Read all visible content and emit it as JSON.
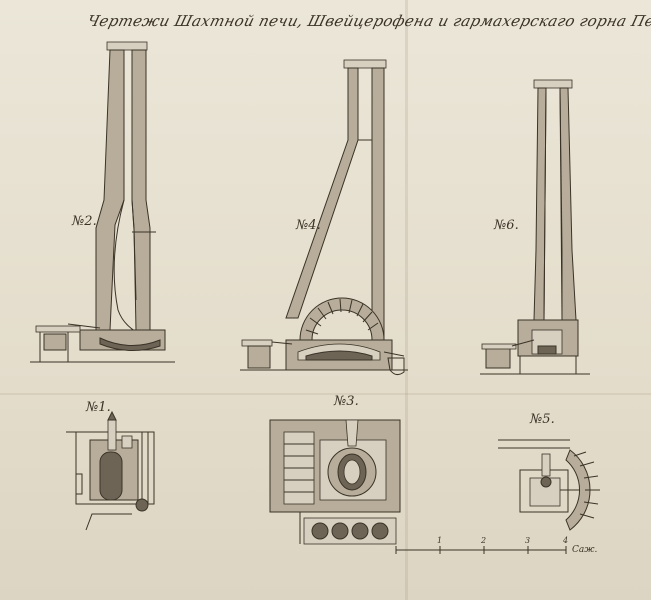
{
  "title": "Чертежи Шахтной печи, Швейцерофена и гармахерскаго горна Пермских Заводов.",
  "labels": {
    "n2": "№2.",
    "n4": "№4.",
    "n6": "№6.",
    "n1": "№1.",
    "n3": "№3.",
    "n5": "№5."
  },
  "scale": {
    "ticks": [
      "1",
      "2",
      "3",
      "4"
    ],
    "unit": "Саж."
  },
  "colors": {
    "ink": "#3a3327",
    "paper": "#e7e1d3",
    "wash": "#b7ad9a"
  }
}
